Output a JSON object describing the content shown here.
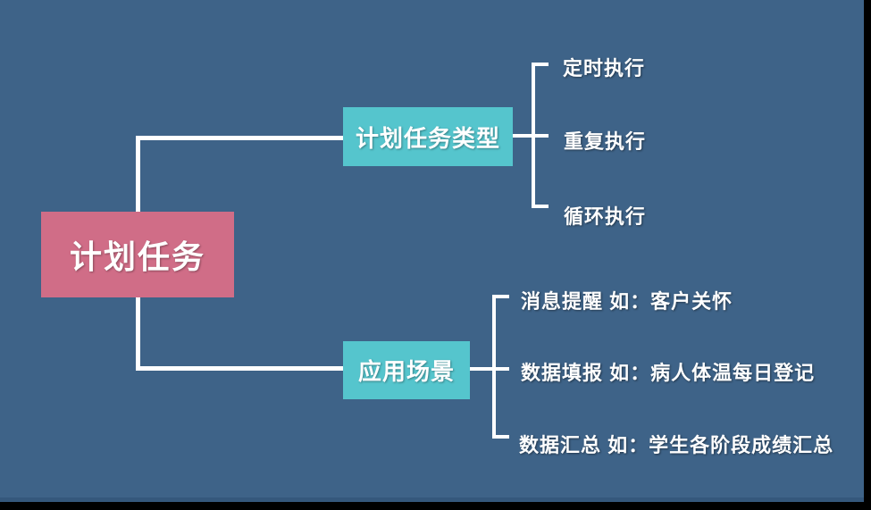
{
  "diagram": {
    "root": {
      "label": "计划任务"
    },
    "branches": [
      {
        "label": "计划任务类型",
        "children": [
          {
            "label": "定时执行"
          },
          {
            "label": "重复执行"
          },
          {
            "label": "循环执行"
          }
        ]
      },
      {
        "label": "应用场景",
        "children": [
          {
            "label": "消息提醒 如：客户关怀"
          },
          {
            "label": "数据填报 如：病人体温每日登记"
          },
          {
            "label": "数据汇总 如：学生各阶段成绩汇总"
          }
        ]
      }
    ]
  },
  "colors": {
    "background": "#3e6388",
    "root_fill": "#d06d87",
    "branch_fill": "#55c5cd",
    "connector": "#ffffff",
    "text": "#ffffff",
    "edge_bar": "#000000"
  }
}
